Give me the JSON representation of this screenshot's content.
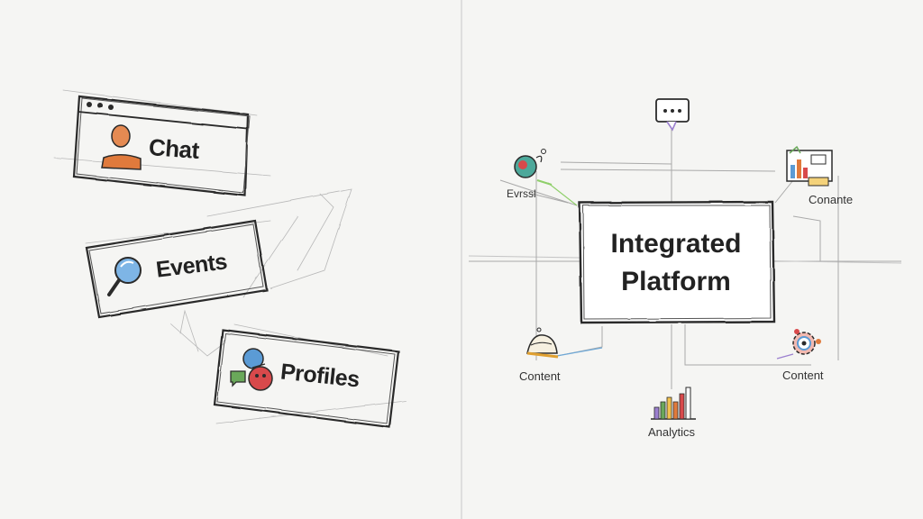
{
  "left": {
    "cards": [
      {
        "id": "chat",
        "label": "Chat",
        "icon": "person-icon"
      },
      {
        "id": "events",
        "label": "Events",
        "icon": "magnifier-icon"
      },
      {
        "id": "profiles",
        "label": "Profiles",
        "icon": "chat-bubbles-icon"
      }
    ]
  },
  "right": {
    "hub": {
      "line1": "Integrated",
      "line2": "Platform"
    },
    "nodes": [
      {
        "id": "top",
        "label": "",
        "icon": "speech-bubble-icon"
      },
      {
        "id": "events",
        "label": "Evrssl",
        "icon": "globe-icon"
      },
      {
        "id": "top-right",
        "label": "Conante",
        "icon": "dashboard-icon"
      },
      {
        "id": "bottom-left",
        "label": "Content",
        "icon": "helmet-icon"
      },
      {
        "id": "bottom-right",
        "label": "Content",
        "icon": "gear-face-icon"
      },
      {
        "id": "bottom",
        "label": "Analytics",
        "icon": "bar-chart-icon"
      }
    ]
  },
  "colors": {
    "ink": "#2a2a2a",
    "paper": "#f5f5f3",
    "orange": "#e07a3c",
    "blue": "#5b9bd5",
    "red": "#d8494b",
    "green": "#6aa85a",
    "purple": "#9b7fcf"
  }
}
